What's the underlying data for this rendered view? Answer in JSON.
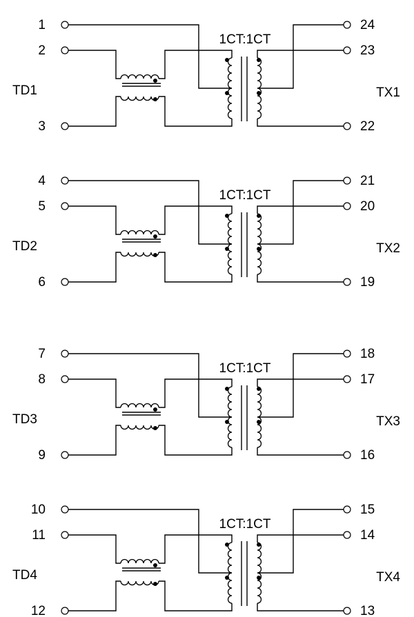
{
  "groups": [
    {
      "left_label": "TD1",
      "right_label": "TX1",
      "ratio": "1CT:1CT",
      "pins": {
        "ct_in": "1",
        "top_in": "2",
        "bottom_in": "3",
        "out_ct_top": "24",
        "out_top": "23",
        "out_bottom": "22"
      }
    },
    {
      "left_label": "TD2",
      "right_label": "TX2",
      "ratio": "1CT:1CT",
      "pins": {
        "ct_in": "4",
        "top_in": "5",
        "bottom_in": "6",
        "out_ct_top": "21",
        "out_top": "20",
        "out_bottom": "19"
      }
    },
    {
      "left_label": "TD3",
      "right_label": "TX3",
      "ratio": "1CT:1CT",
      "pins": {
        "ct_in": "7",
        "top_in": "8",
        "bottom_in": "9",
        "out_ct_top": "18",
        "out_top": "17",
        "out_bottom": "16"
      }
    },
    {
      "left_label": "TD4",
      "right_label": "TX4",
      "ratio": "1CT:1CT",
      "pins": {
        "ct_in": "10",
        "top_in": "11",
        "bottom_in": "12",
        "out_ct_top": "15",
        "out_top": "14",
        "out_bottom": "13"
      }
    }
  ],
  "icons": {
    "terminal": "open-circle-terminal",
    "choke": "common-mode-choke-icon",
    "transformer": "center-tapped-transformer-icon"
  },
  "colors": {
    "line": "#000000",
    "background": "#ffffff"
  }
}
